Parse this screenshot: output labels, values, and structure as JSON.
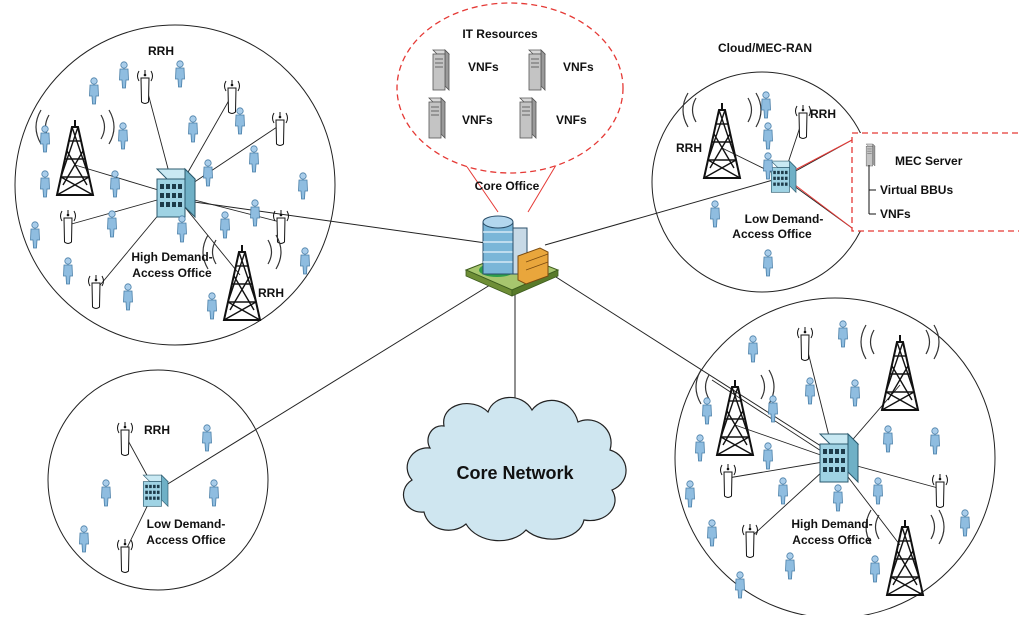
{
  "labels": {
    "it_resources": "IT Resources",
    "vnfs": "VNFs",
    "core_office": "Core Office",
    "cloud_mec_ran": "Cloud/MEC-RAN",
    "rrh": "RRH",
    "mec_server": "MEC Server",
    "virtual_bbus": "Virtual BBUs",
    "high_demand_1": "High Demand-",
    "high_demand_2": "Access Office",
    "low_demand_1": "Low Demand-",
    "low_demand_2": "Access Office",
    "core_network": "Core Network"
  },
  "colors": {
    "callout_red": "#e53935",
    "cloud_fill": "#cfe6f0",
    "office_fill": "#9fd3e4",
    "building_glass": "#7ab6d8",
    "person": "#8fbde0",
    "tower": "#1a1a1a"
  },
  "icons": [
    "server-icon",
    "tower-icon",
    "rrh-icon",
    "user-icon",
    "building-icon",
    "access-office-icon",
    "cloud-icon"
  ]
}
